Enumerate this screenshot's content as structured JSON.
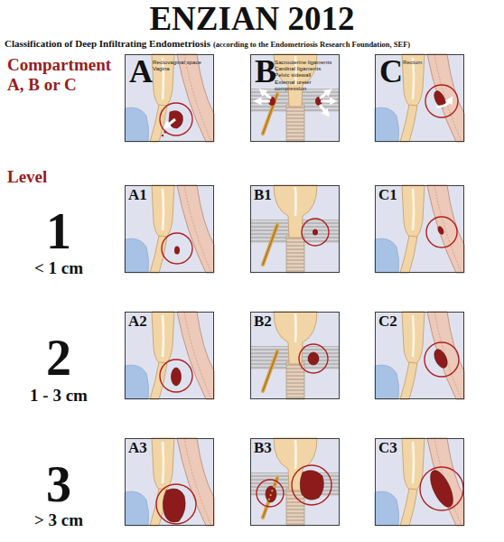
{
  "diagram": {
    "title": "ENZIAN 2012",
    "nodes": [
      {
        "text": [
          "A",
          "Rectovaginal space",
          "Vagina"
        ]
      },
      {
        "text": [
          "B",
          "Sacrouterine ligaments",
          "Cardinal ligaments",
          "Pelvic sidewall",
          "External ureter compression"
        ]
      },
      {
        "text": [
          "C",
          "Rectum"
        ]
      },
      {
        "text": [
          "A1"
        ]
      },
      {
        "text": [
          "B1"
        ]
      },
      {
        "text": [
          "C1"
        ]
      },
      {
        "text": [
          "A2"
        ]
      },
      {
        "text": [
          "B2"
        ]
      },
      {
        "text": [
          "C2"
        ]
      },
      {
        "text": [
          "A3"
        ]
      },
      {
        "text": [
          "B3"
        ]
      },
      {
        "text": [
          "C3"
        ]
      }
    ],
    "labels": [
      "Classification of Deep Infiltrating Endometriosis",
      "(according to the Endometriosis Research Foundation, SEF)",
      "Compartment",
      "A, B or C",
      "Level",
      "1",
      "< 1 cm",
      "2",
      "1 - 3 cm",
      "3",
      "> 3 cm"
    ]
  }
}
